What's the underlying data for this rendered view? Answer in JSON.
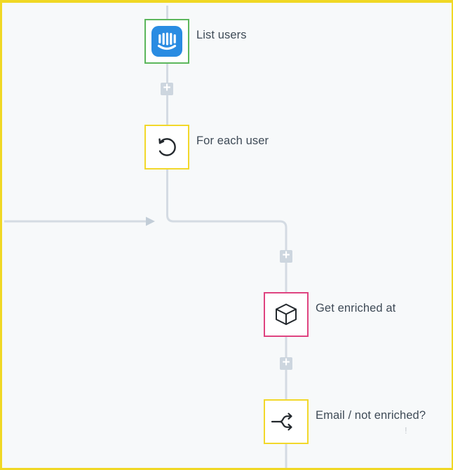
{
  "canvas": {
    "background": "#f7f9fa",
    "frame_color": "#f0d824",
    "connector_color": "#d4dbe3",
    "arrow_color": "#c2cdd7",
    "text_color": "#3e4a56",
    "plus_button_color": "#cdd6df",
    "plus_glyph": "+",
    "faint_mark": "!"
  },
  "icons": {
    "intercom_blue": "#2a8ce2",
    "glyph_black": "#23282d"
  },
  "workflow": {
    "nodes": [
      {
        "label": "List users",
        "icon": "intercom-icon",
        "border_color": "#5cb75c"
      },
      {
        "label": "For each user",
        "icon": "loop-icon",
        "border_color": "#f2d82a"
      },
      {
        "label": "Get enriched at",
        "icon": "cube-icon",
        "border_color": "#df4380"
      },
      {
        "label": "Email / not enriched?",
        "icon": "branch-icon",
        "border_color": "#f2d82a"
      }
    ]
  }
}
